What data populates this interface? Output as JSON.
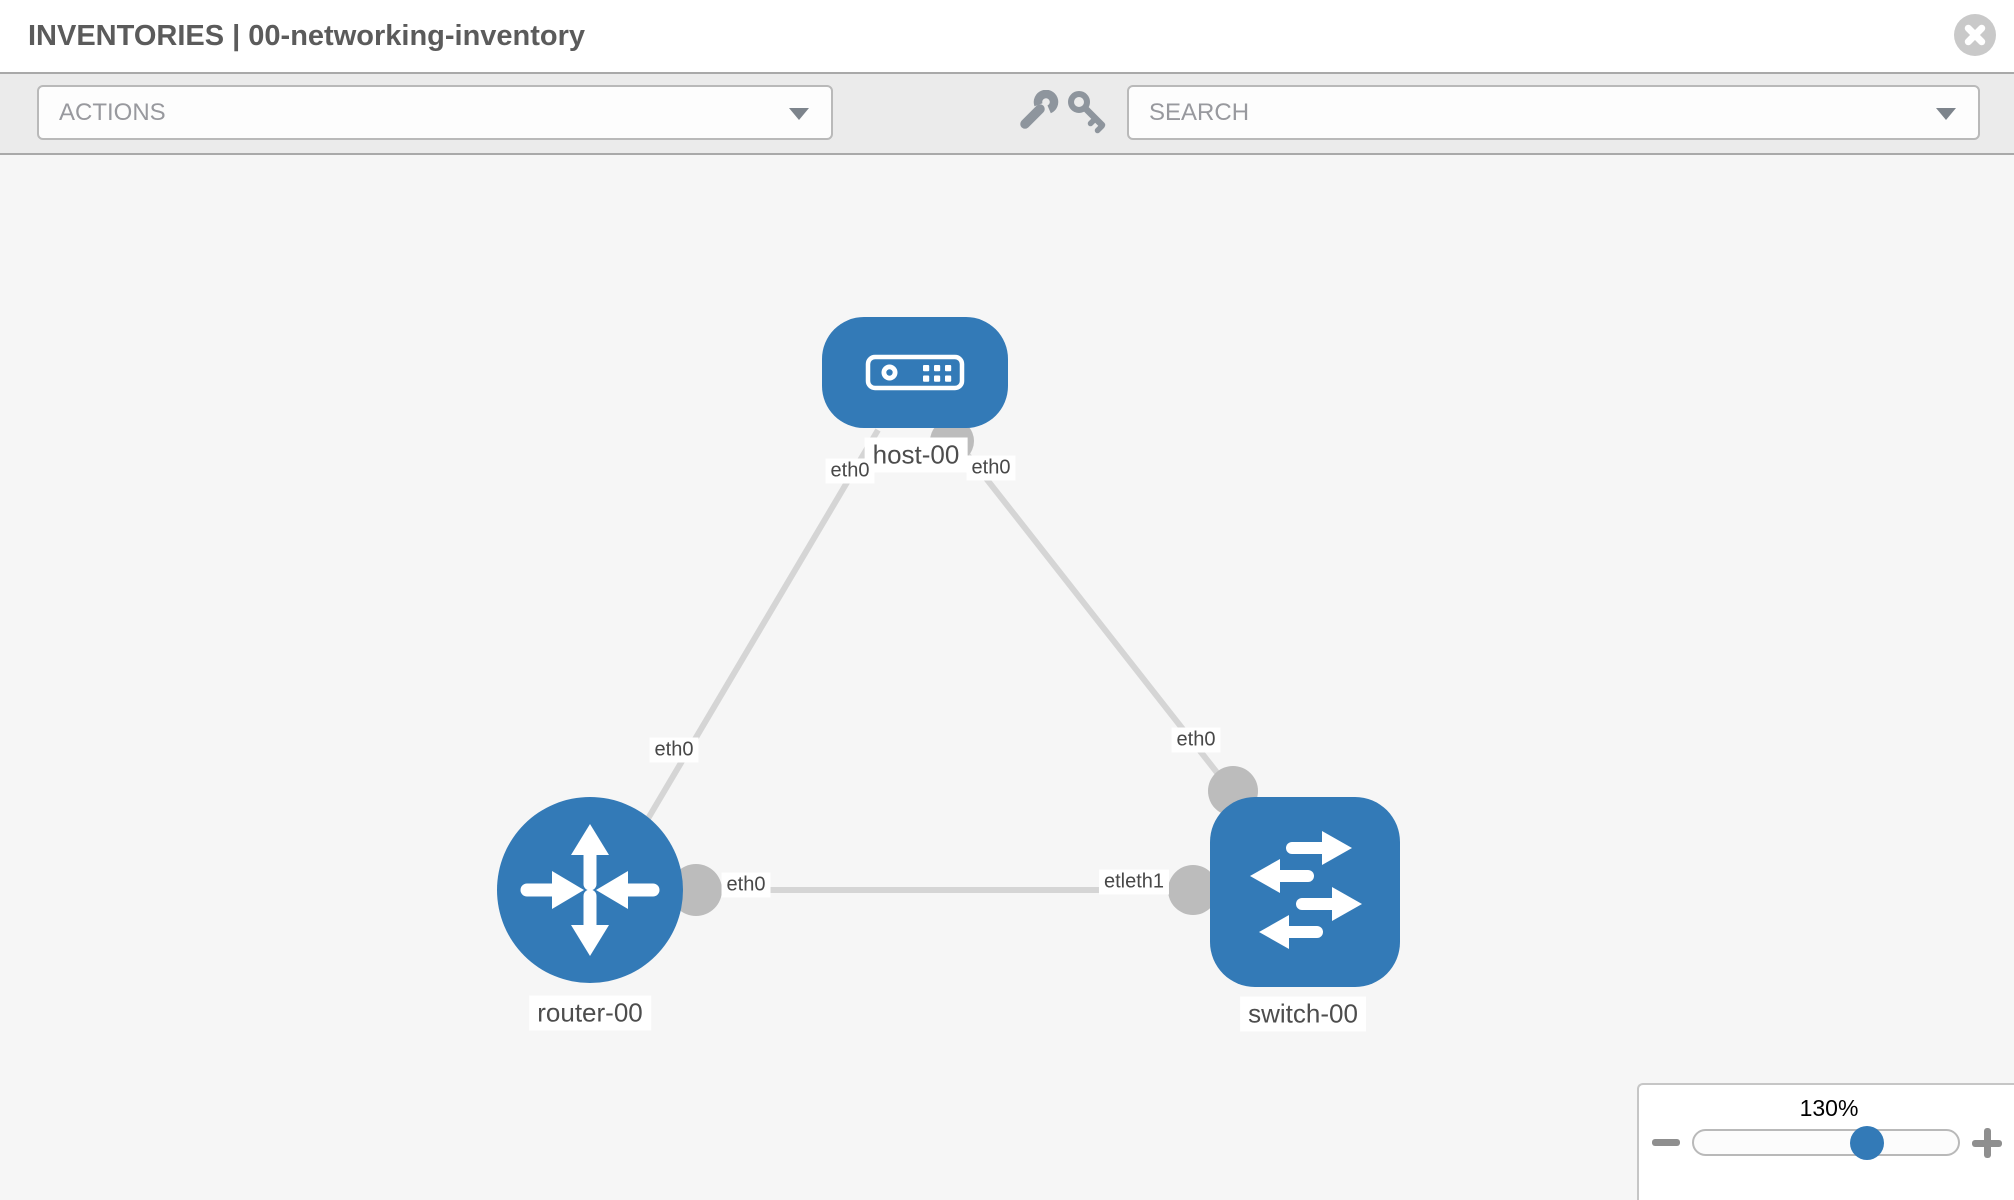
{
  "header": {
    "title": "INVENTORIES | 00-networking-inventory"
  },
  "toolbar": {
    "actions_label": "ACTIONS",
    "search_label": "SEARCH",
    "icons": [
      "wrench",
      "key"
    ]
  },
  "topology": {
    "nodes": [
      {
        "id": "host-00",
        "type": "host",
        "label": "host-00"
      },
      {
        "id": "router-00",
        "type": "router",
        "label": "router-00"
      },
      {
        "id": "switch-00",
        "type": "switch",
        "label": "switch-00"
      }
    ],
    "links": [
      {
        "source": "host-00",
        "target": "router-00",
        "source_interface": "eth0",
        "target_interface": "eth0"
      },
      {
        "source": "host-00",
        "target": "switch-00",
        "source_interface": "eth0",
        "target_interface": "eth0"
      },
      {
        "source": "router-00",
        "target": "switch-00",
        "source_interface": "eth0",
        "target_interface": "eth1"
      }
    ],
    "interface_labels": [
      {
        "id": "host-side-left",
        "text": "eth0"
      },
      {
        "id": "host-side-right",
        "text": "eth0"
      },
      {
        "id": "host-router-midlink",
        "text": "eth0"
      },
      {
        "id": "host-switch-near-switch",
        "text": "eth0"
      },
      {
        "id": "router-side",
        "text": "eth0"
      },
      {
        "id": "switch-side-overlapped",
        "text": "etleth1"
      }
    ]
  },
  "zoom_control": {
    "level": "130%",
    "slider_value_pct": 64
  },
  "colors": {
    "node_blue": "#337ab7",
    "link_gray": "#d5d5d5",
    "interface_dot_gray": "#bcbcbc",
    "toolbar_bg": "#ebebeb",
    "canvas_bg": "#f6f6f6",
    "title_text": "#5b5b5b",
    "placeholder_text": "#98999e"
  }
}
